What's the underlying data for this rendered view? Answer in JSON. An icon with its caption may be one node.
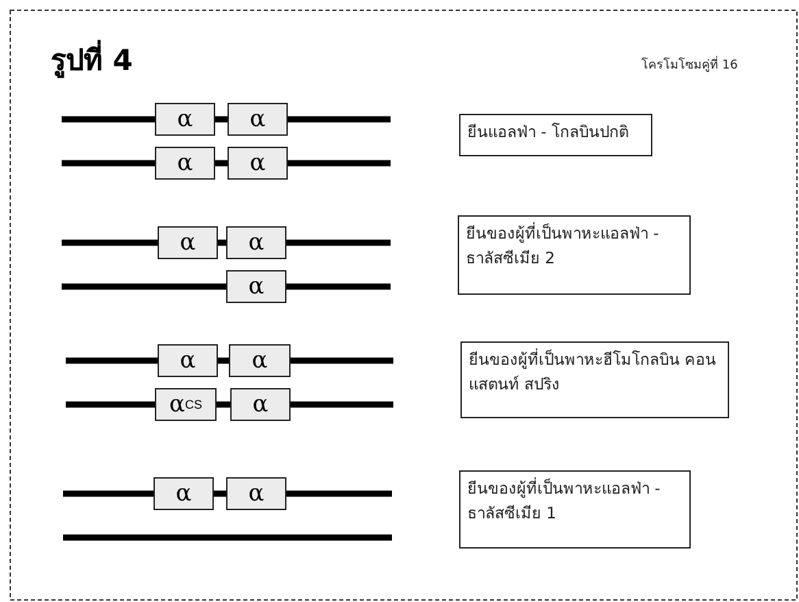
{
  "diagram": {
    "title": "รูปที่ 4",
    "nodes": [
      {
        "text": [
          "α"
        ]
      },
      {
        "text": [
          "α"
        ]
      },
      {
        "text": [
          "α"
        ]
      },
      {
        "text": [
          "α"
        ]
      },
      {
        "text": [
          "ยีนแอลฟ่า - โกลบินปกติ"
        ]
      },
      {
        "text": [
          "α"
        ]
      },
      {
        "text": [
          "α"
        ]
      },
      {
        "text": [
          "α"
        ]
      },
      {
        "text": [
          "ยีนของผู้ที่เป็นพาหะแอลฟ่า - ธาลัสซีเมีย 2"
        ]
      },
      {
        "text": [
          "α"
        ]
      },
      {
        "text": [
          "α"
        ]
      },
      {
        "text": [
          "α$^{CS}$"
        ]
      },
      {
        "text": [
          "α"
        ]
      },
      {
        "text": [
          "ยีนของผู้ที่เป็นพาหะฮีโมโกลบิน คอนแสตนท์ สปริง"
        ]
      },
      {
        "text": [
          "α"
        ]
      },
      {
        "text": [
          "α"
        ]
      },
      {
        "text": [
          "ยีนของผู้ที่เป็นพาหะแอลฟ่า - ธาลัสซีเมีย 1"
        ]
      }
    ],
    "labels": [
      "โครโมโซมคู่ที่ 16"
    ]
  }
}
